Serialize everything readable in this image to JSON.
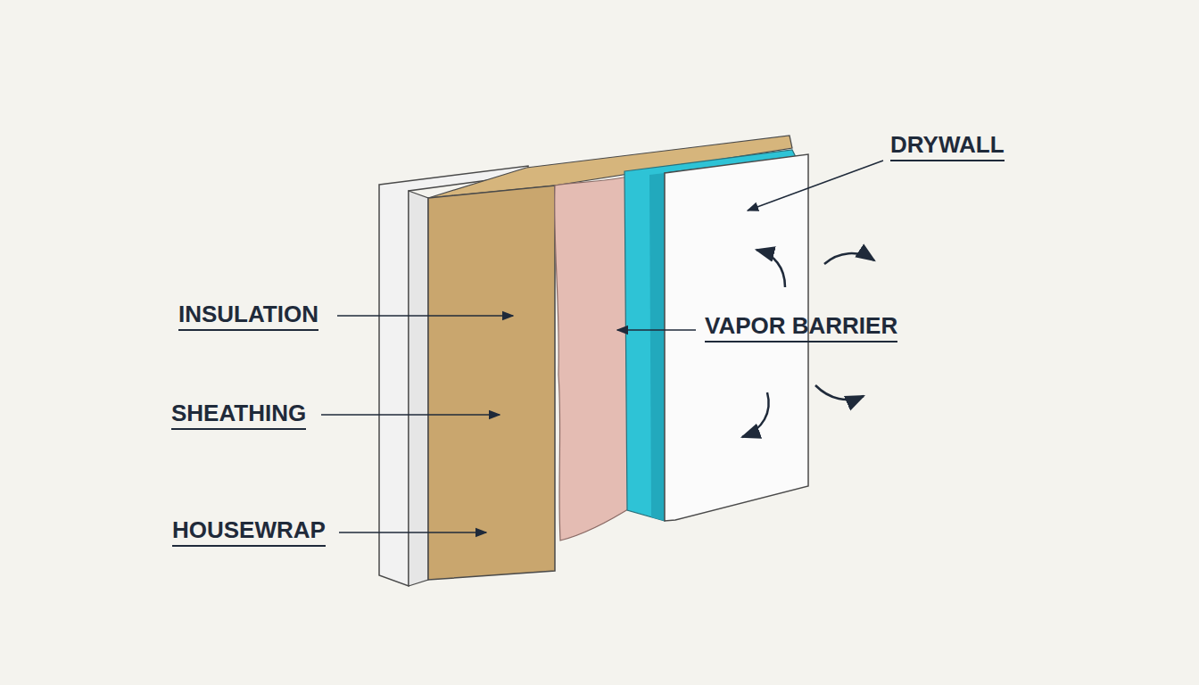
{
  "diagram": {
    "labels": [
      "INSULATION",
      "SHEATHING",
      "HOUSEWRAP",
      "DRYWALL",
      "VAPOR BARRIER"
    ]
  }
}
